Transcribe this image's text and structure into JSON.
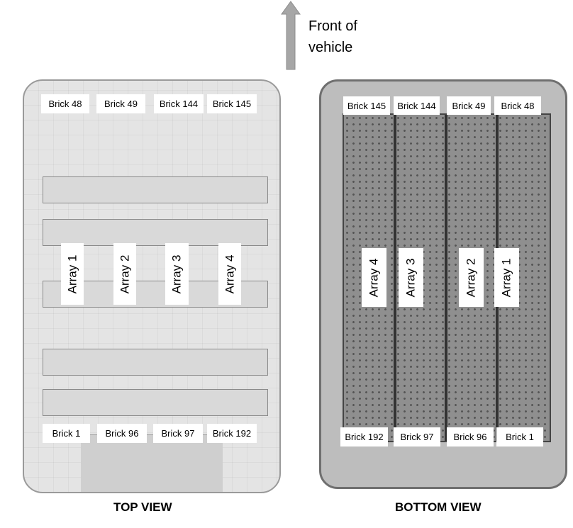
{
  "orientation": {
    "label_line1": "Front of",
    "label_line2": "vehicle",
    "arrow_color": "#a6a6a6"
  },
  "top_view": {
    "caption": "TOP VIEW",
    "top_bricks": [
      "Brick 48",
      "Brick 49",
      "Brick 144",
      "Brick 145"
    ],
    "bottom_bricks": [
      "Brick 1",
      "Brick 96",
      "Brick 97",
      "Brick 192"
    ],
    "arrays": [
      "Array 1",
      "Array 2",
      "Array 3",
      "Array 4"
    ]
  },
  "bottom_view": {
    "caption": "BOTTOM VIEW",
    "top_bricks": [
      "Brick 145",
      "Brick 144",
      "Brick 49",
      "Brick 48"
    ],
    "bottom_bricks": [
      "Brick 192",
      "Brick 97",
      "Brick 96",
      "Brick 1"
    ],
    "arrays": [
      "Array 4",
      "Array 3",
      "Array 2",
      "Array 1"
    ]
  }
}
